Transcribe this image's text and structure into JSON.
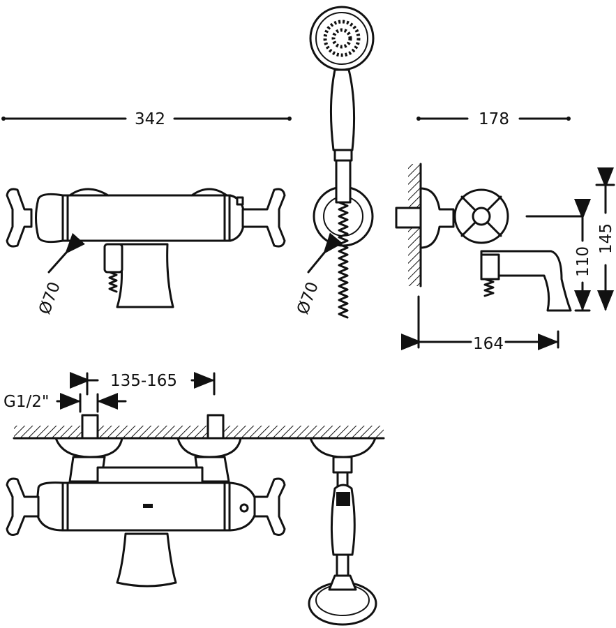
{
  "title": "Thermostatic bath-shower mixer technical drawing",
  "dimensions": {
    "overall_width": "342",
    "wall_projection": "178",
    "flange_diameter_mixer": "Ø70",
    "flange_diameter_holder": "Ø70",
    "spout_height": "110",
    "total_height": "145",
    "spout_reach": "164",
    "inlet_centers": "135-165",
    "thread": "G1/2\""
  },
  "colors": {
    "line": "#111111",
    "background": "#ffffff"
  }
}
